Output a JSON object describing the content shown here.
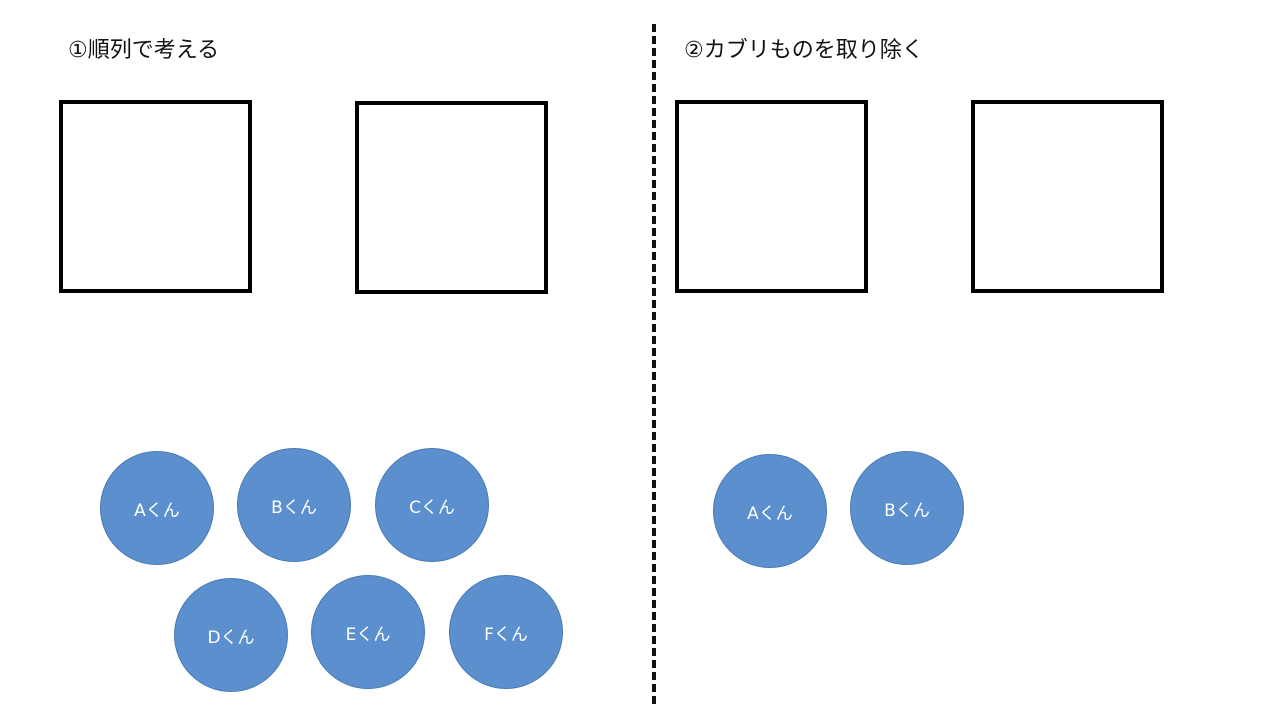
{
  "left_panel": {
    "title": "①順列で考える",
    "people": [
      "Aくん",
      "Bくん",
      "Cくん",
      "Dくん",
      "Eくん",
      "Fくん"
    ]
  },
  "right_panel": {
    "title": "②カブリものを取り除く",
    "people": [
      "Aくん",
      "Bくん"
    ]
  },
  "colors": {
    "circle_fill": "#5b8fcd",
    "circle_border": "#4a7ab5",
    "box_border": "#000000",
    "divider": "#111111"
  }
}
